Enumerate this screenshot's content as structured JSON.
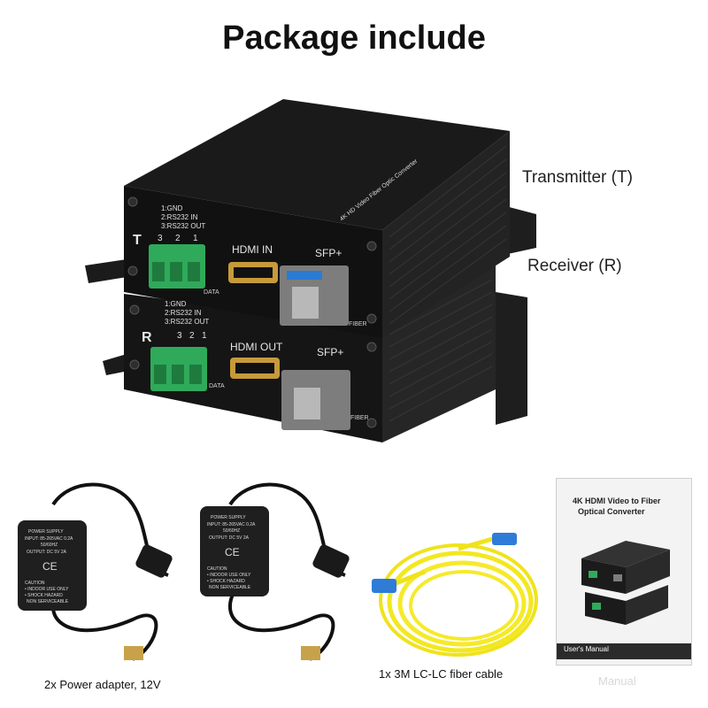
{
  "title": "Package include",
  "labels": {
    "transmitter": "Transmitter (T)",
    "receiver": "Receiver (R)"
  },
  "device": {
    "top_letter": "T",
    "bottom_letter": "R",
    "pinout_lines": [
      "1:GND",
      "2:RS232 IN",
      "3:RS232 OUT"
    ],
    "terminal_numbers": [
      "3",
      "2",
      "1"
    ],
    "hdmi_in": "HDMI IN",
    "hdmi_out": "HDMI OUT",
    "sfp": "SFP+",
    "data": "DATA",
    "fiber": "FIBER",
    "top_side_text": "4K HD Video Fiber Optic Converter"
  },
  "adapter_label": {
    "line1": "POWER SUPPLY",
    "line2": "INPUT: 85-265VAC 0.2A",
    "line3": "50/60HZ",
    "line4": "OUTPUT: DC 5V 2A",
    "ce": "CE",
    "caution": "CAUTION",
    "c1": "• INDOOR USE ONLY",
    "c2": "• SHOCK HAZARD",
    "c3": "NON SERVICEABLE"
  },
  "manual": {
    "title_line1": "4K HDMI Video to Fiber",
    "title_line2": "Optical Converter",
    "footer": "User's Manual"
  },
  "captions": {
    "power": "2x Power adapter, 12V",
    "fiber": "1x 3M LC-LC fiber cable",
    "manual_ghost": "Manual"
  }
}
